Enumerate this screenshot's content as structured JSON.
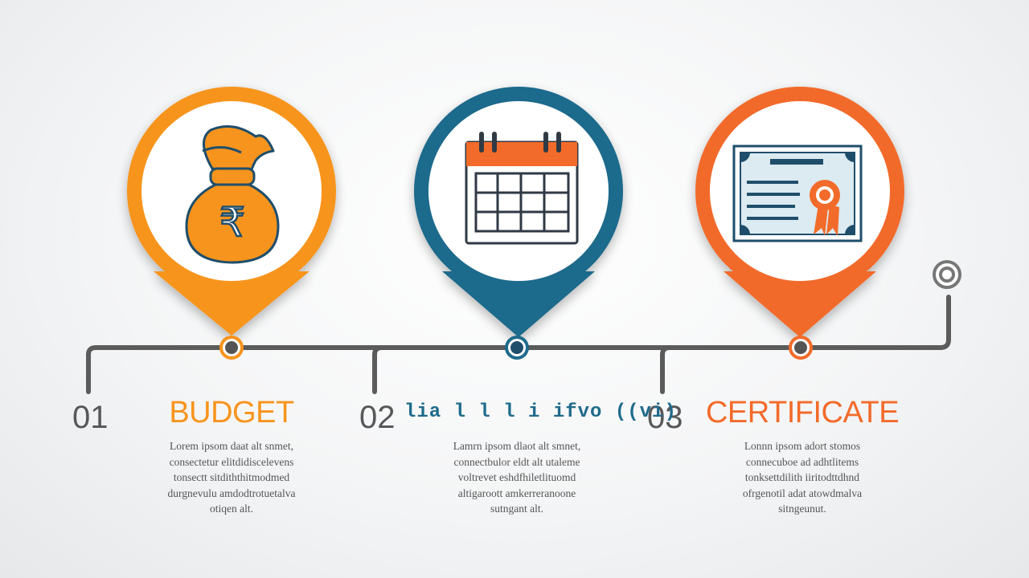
{
  "colors": {
    "orange": "#F7941D",
    "blue": "#1F6B8C",
    "red_orange": "#F26B2A",
    "line": "#5b5b5b",
    "desc_text": "#555555",
    "number_text": "#585858"
  },
  "steps": [
    {
      "number": "01",
      "title": "BUDGET",
      "color": "#F7941D",
      "icon": "money-bag-rupee-icon",
      "symbol": "₹",
      "description": "Lorem ipsom daat alt snmet,\nconsectetur elitdidiscelevens\ntonsectt sitdiththitmodmed\ndurgnevulu amdodtrotuetalva\notiqen alt."
    },
    {
      "number": "02",
      "title": "lia l l l i ifvo ((vi)",
      "color": "#1F6B8C",
      "icon": "calendar-icon",
      "description": "Lamrn ipsom dlaot alt smnet,\nconnectbulor eldt alt utaleme\nvoltrevet eshdfhiletlituomd\naltigaroott amkerreranoone\nsutngant alt."
    },
    {
      "number": "03",
      "title": "CERTIFICATE",
      "color": "#F26B2A",
      "icon": "certificate-icon",
      "description": "Lonnn ipsom adort stomos\nconnecuboe ad adhtlitems\ntonksettdilith iiritodttdhnd\nofrgenotil adat atowdmalva\nsitngeunut."
    }
  ],
  "end_marker_icon": "target-endpoint-icon"
}
